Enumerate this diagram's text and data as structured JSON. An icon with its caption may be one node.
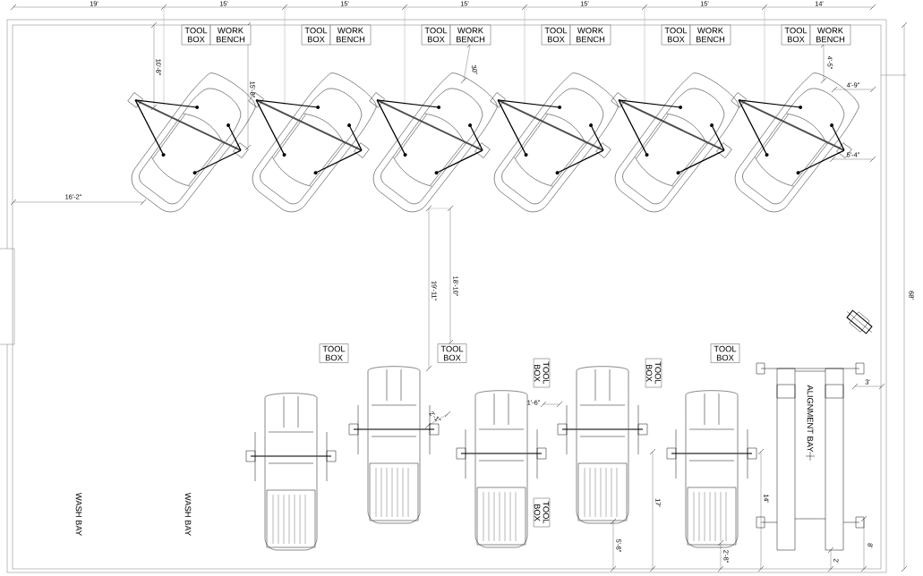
{
  "diagram": {
    "nodes": [
      {
        "text": [
          "TOOL BOX"
        ]
      },
      {
        "text": [
          "WORK BENCH"
        ]
      },
      {
        "text": [
          "TOOL BOX"
        ]
      },
      {
        "text": [
          "WORK BENCH"
        ]
      },
      {
        "text": [
          "TOOL BOX"
        ]
      },
      {
        "text": [
          "WORK BENCH"
        ]
      },
      {
        "text": [
          "TOOL BOX"
        ]
      },
      {
        "text": [
          "WORK BENCH"
        ]
      },
      {
        "text": [
          "TOOL BOX"
        ]
      },
      {
        "text": [
          "WORK BENCH"
        ]
      },
      {
        "text": [
          "TOOL BOX"
        ]
      },
      {
        "text": [
          "WORK BENCH"
        ]
      },
      {
        "text": [
          "TOOL BOX"
        ]
      },
      {
        "text": [
          "TOOL BOX"
        ]
      },
      {
        "text": [
          "TOOL BOX"
        ]
      },
      {
        "text": [
          "TOOL BOX"
        ]
      },
      {
        "text": [
          "TOOL BOX"
        ]
      },
      {
        "text": [
          "TOOL BOX"
        ]
      }
    ],
    "labels": [
      "19'",
      "15'",
      "15'",
      "15'",
      "15'",
      "15'",
      "14'",
      "10'-8\"",
      "15'-8\"",
      "30\"",
      "4'-5\"",
      "4'-9\"",
      "5'-4\"",
      "16'-2\"",
      "19'-11\"",
      "18'-10\"",
      "68'",
      "3'",
      "1'-6\"",
      "2'-1\"",
      "ALIGNMENT BAY",
      "17'",
      "14'",
      "WASH BAY",
      "WASH BAY",
      "5'-8\"",
      "8'",
      "2'-8\"",
      "2'"
    ]
  }
}
